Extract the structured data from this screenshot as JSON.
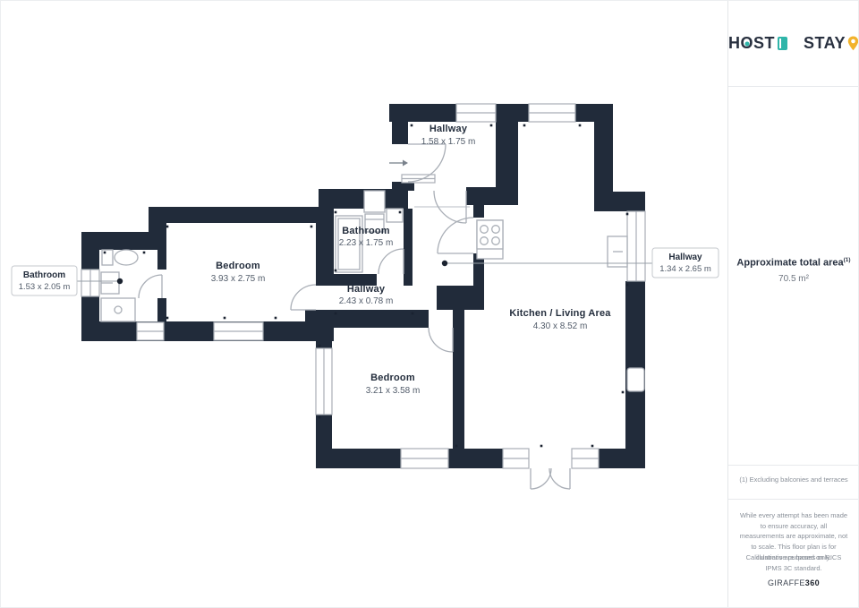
{
  "header": {
    "logo": {
      "host": "HOST",
      "stay": "STAY"
    }
  },
  "sidebar": {
    "area_title": "Approximate total area",
    "area_superscript": "(1)",
    "area_value": "70.5 m²",
    "footnote": "(1) Excluding balconies and terraces",
    "disclaimer": "While every attempt has been made to ensure accuracy, all measurements are approximate, not to scale. This floor plan is for illustrative purposes only.",
    "standard_note": "Calculations are based on RICS IPMS 3C standard.",
    "brand": {
      "name": "GIRAFFE",
      "suffix": "360"
    }
  },
  "floorplan": {
    "rooms": [
      {
        "id": "hallway-top",
        "label": "Hallway",
        "dimensions": "1.58 x 1.75 m"
      },
      {
        "id": "kitchen-living",
        "label": "Kitchen / Living Area",
        "dimensions": "4.30 x 8.52 m"
      },
      {
        "id": "bathroom-middle",
        "label": "Bathroom",
        "dimensions": "2.23 x 1.75 m"
      },
      {
        "id": "hallway-middle",
        "label": "Hallway",
        "dimensions": "2.43 x 0.78 m"
      },
      {
        "id": "bedroom-west",
        "label": "Bedroom",
        "dimensions": "3.93 x 2.75 m"
      },
      {
        "id": "bedroom-south",
        "label": "Bedroom",
        "dimensions": "3.21 x 3.58 m"
      }
    ],
    "callouts": [
      {
        "id": "bathroom-west",
        "label": "Bathroom",
        "dimensions": "1.53 x 2.05 m"
      },
      {
        "id": "hallway-east",
        "label": "Hallway",
        "dimensions": "1.34 x 2.65 m"
      }
    ],
    "colors": {
      "wall": "#212b3a",
      "fixture_line": "#a9aeb6",
      "leader": "#99a0a8",
      "accent_teal": "#2fb5a9",
      "accent_yellow": "#f2b32c"
    }
  }
}
